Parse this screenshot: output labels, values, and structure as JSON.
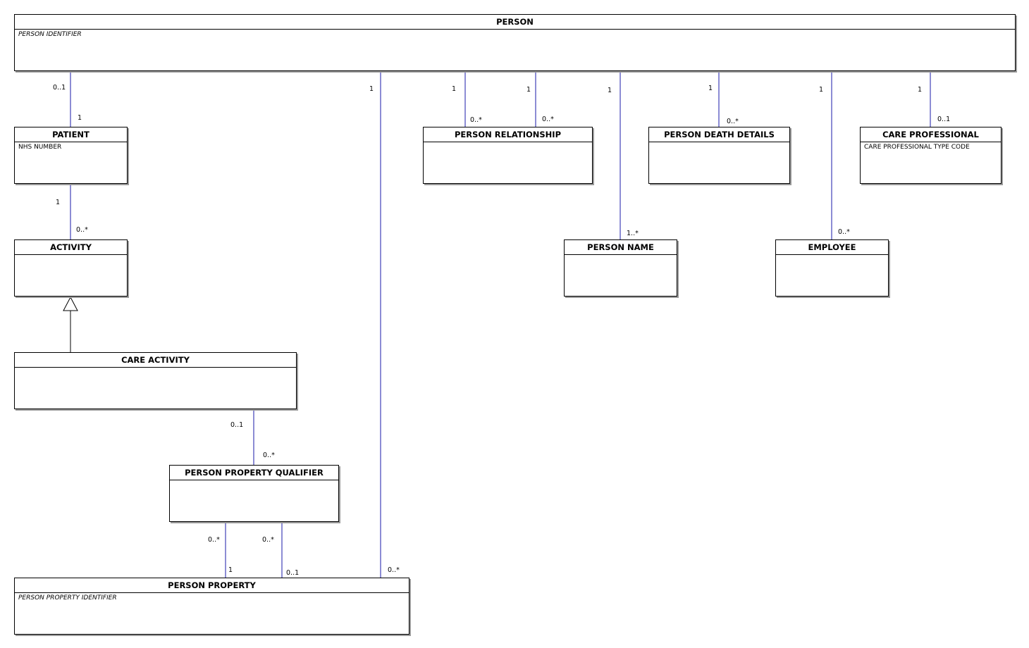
{
  "colors": {
    "link": "#1a1aaa",
    "border": "#000000",
    "shadow": "#9a9a9a"
  },
  "entities": {
    "person": {
      "name": "PERSON",
      "attributes": [
        {
          "text": "PERSON IDENTIFIER",
          "key": true
        }
      ]
    },
    "patient": {
      "name": "PATIENT",
      "attributes": [
        {
          "text": "NHS NUMBER",
          "key": false
        }
      ]
    },
    "activity": {
      "name": "ACTIVITY",
      "attributes": []
    },
    "care_activity": {
      "name": "CARE ACTIVITY",
      "attributes": []
    },
    "person_property_qualifier": {
      "name": "PERSON PROPERTY QUALIFIER",
      "attributes": []
    },
    "person_property": {
      "name": "PERSON PROPERTY",
      "attributes": [
        {
          "text": "PERSON PROPERTY IDENTIFIER",
          "key": true
        }
      ]
    },
    "person_relationship": {
      "name": "PERSON RELATIONSHIP",
      "attributes": []
    },
    "person_death_details": {
      "name": "PERSON DEATH DETAILS",
      "attributes": []
    },
    "care_professional": {
      "name": "CARE PROFESSIONAL",
      "attributes": [
        {
          "text": "CARE PROFESSIONAL TYPE CODE",
          "key": false
        }
      ]
    },
    "person_name": {
      "name": "PERSON NAME",
      "attributes": []
    },
    "employee": {
      "name": "EMPLOYEE",
      "attributes": []
    }
  },
  "relationships": [
    {
      "from": "person",
      "to": "patient",
      "from_mult": "0..1",
      "to_mult": "1"
    },
    {
      "from": "patient",
      "to": "activity",
      "from_mult": "1",
      "to_mult": "0..*"
    },
    {
      "from": "care_activity",
      "to": "activity",
      "type": "generalization"
    },
    {
      "from": "care_activity",
      "to": "person_property_qualifier",
      "from_mult": "0..1",
      "to_mult": "0..*"
    },
    {
      "from": "person_property_qualifier",
      "to": "person_property",
      "from_mult": "0..*",
      "to_mult": "1"
    },
    {
      "from": "person_property_qualifier",
      "to": "person_property",
      "from_mult": "0..*",
      "to_mult": "0..1"
    },
    {
      "from": "person",
      "to": "person_property",
      "from_mult": "1",
      "to_mult": "0..*"
    },
    {
      "from": "person",
      "to": "person_relationship",
      "from_mult": "1",
      "to_mult": "0..*"
    },
    {
      "from": "person",
      "to": "person_relationship",
      "from_mult": "1",
      "to_mult": "0..*"
    },
    {
      "from": "person",
      "to": "person_name",
      "from_mult": "1",
      "to_mult": "1..*"
    },
    {
      "from": "person",
      "to": "person_death_details",
      "from_mult": "1",
      "to_mult": "0..*"
    },
    {
      "from": "person",
      "to": "employee",
      "from_mult": "1",
      "to_mult": "0..*"
    },
    {
      "from": "person",
      "to": "care_professional",
      "from_mult": "1",
      "to_mult": "0..1"
    }
  ]
}
